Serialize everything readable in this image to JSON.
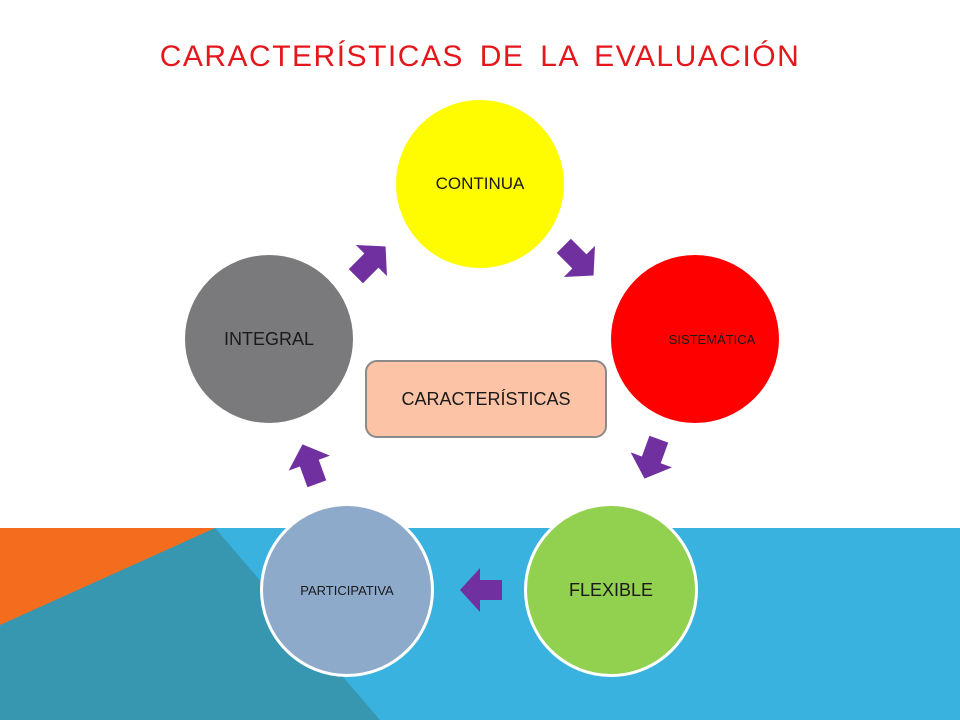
{
  "title": "CARACTERÍSTICAS  DE  LA  EVALUACIÓN",
  "center_label": "CARACTERÍSTICAS",
  "nodes": {
    "continua": {
      "label": "CONTINUA",
      "color": "#fffb00"
    },
    "sistematica": {
      "label": "SISTEMÁTICA",
      "color": "#ff0000"
    },
    "flexible": {
      "label": "FLEXIBLE",
      "color": "#92d050"
    },
    "participativa": {
      "label": "PARTICIPATIVA",
      "color": "#8eaaca"
    },
    "integral": {
      "label": "INTEGRAL",
      "color": "#7a7a7c"
    }
  },
  "colors": {
    "title": "#e3171c",
    "arrow": "#7030a0",
    "center_box": "#fcc3a6",
    "background_blue": "#3ab2e0",
    "background_orange": "#f46d1e",
    "background_teal": "#3796b0"
  }
}
